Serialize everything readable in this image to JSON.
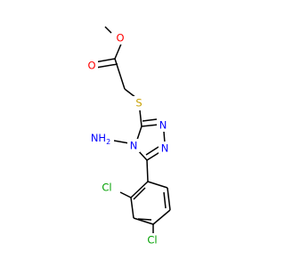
{
  "atom_labels": {
    "ester_oxygen": "O",
    "carbonyl_oxygen": "O",
    "sulfur": "S",
    "amino": "NH",
    "amino_h2": "2",
    "ring_nitrogen_4": "N",
    "ring_nitrogen_1": "N",
    "ring_nitrogen_2": "N",
    "chlorine_ortho": "Cl",
    "chlorine_para": "Cl"
  },
  "colors": {
    "oxygen": "#ff0000",
    "sulfur": "#c8a000",
    "nitrogen": "#0000ff",
    "chlorine": "#00a000",
    "bond": "#000000"
  }
}
